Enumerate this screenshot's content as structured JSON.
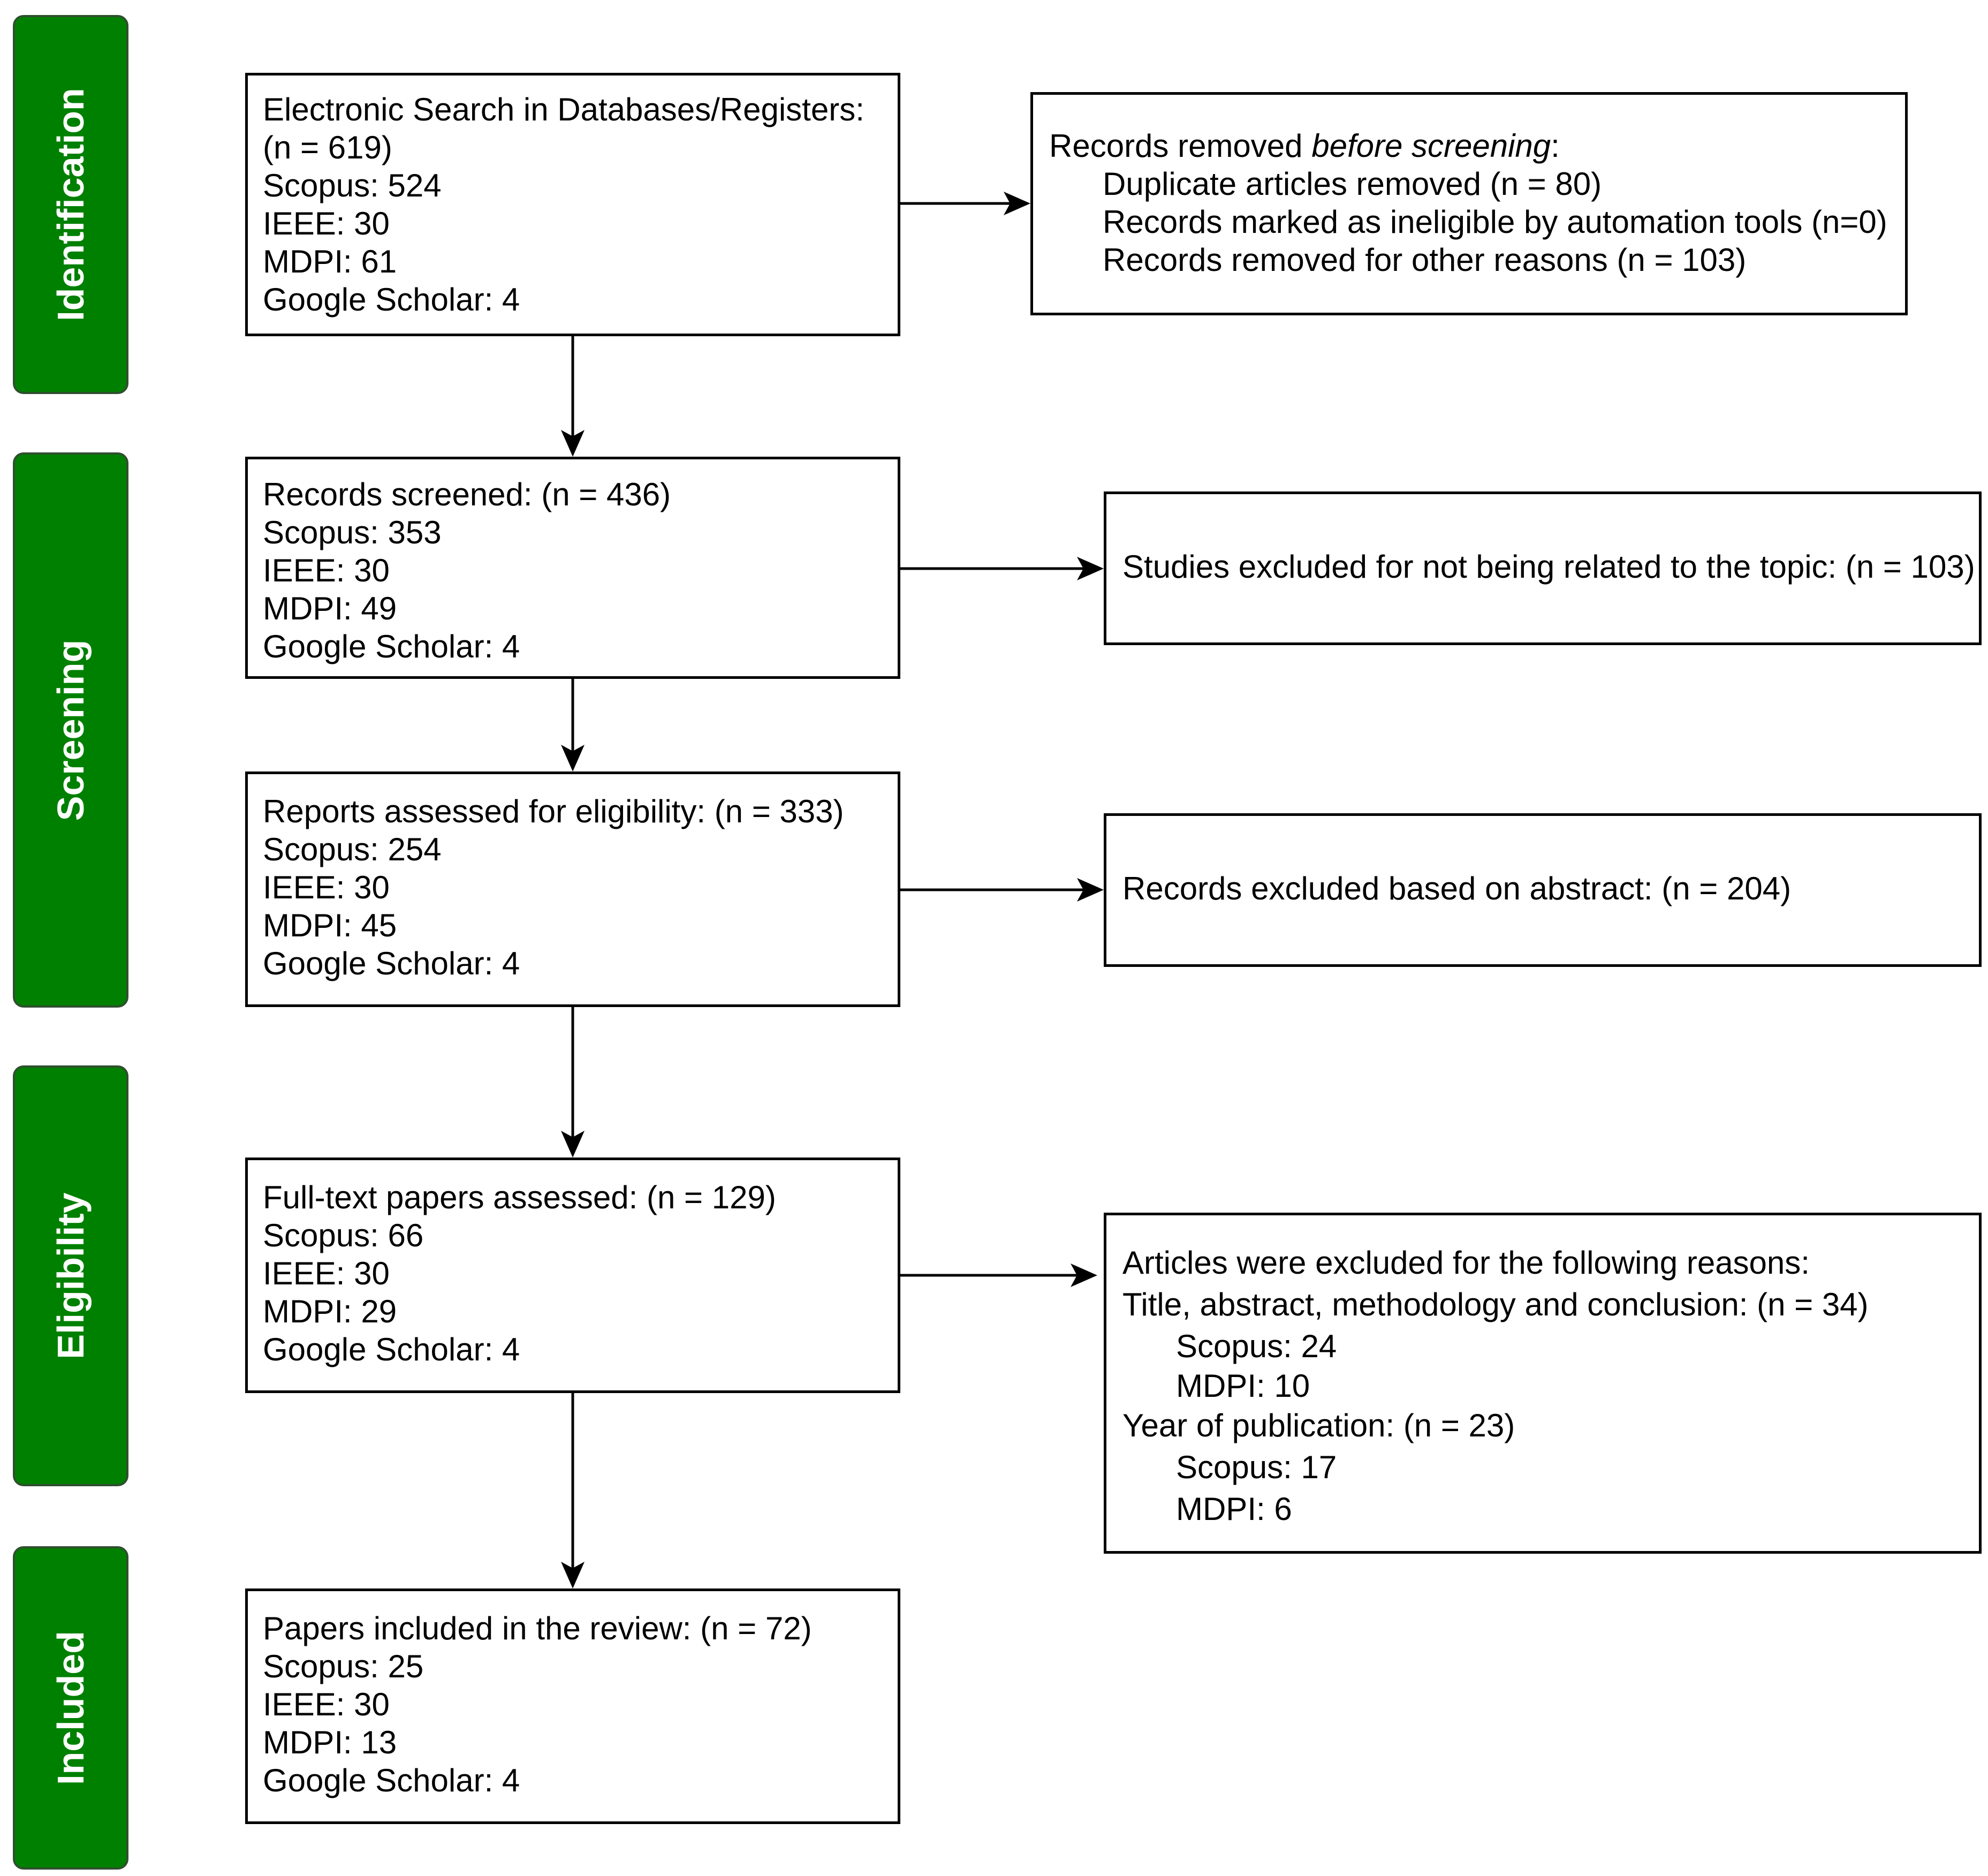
{
  "phases": {
    "identification": "Identification",
    "screening": "Screening",
    "eligibility": "Eligibility",
    "included": "Included"
  },
  "identification_box": {
    "lines": [
      "Electronic Search in Databases/Registers:",
      "(n = 619)",
      "Scopus: 524",
      "IEEE: 30",
      "MDPI: 61",
      "Google Scholar: 4"
    ]
  },
  "removed_box": {
    "heading_prefix": "Records removed ",
    "heading_italic": "before screening",
    "heading_suffix": ":",
    "lines": [
      "Duplicate articles removed (n = 80)",
      "Records marked as ineligible by automation tools (n=0)",
      "Records removed for other reasons (n = 103)"
    ]
  },
  "screened_box": {
    "lines": [
      "Records screened: (n = 436)",
      "Scopus: 353",
      "IEEE: 30",
      "MDPI: 49",
      "Google Scholar: 4"
    ]
  },
  "excluded_topic_box": {
    "text": "Studies excluded for not being related to the topic: (n = 103)"
  },
  "eligibility_box": {
    "lines": [
      "Reports assessed for eligibility: (n = 333)",
      "Scopus: 254",
      "IEEE: 30",
      "MDPI: 45",
      "Google Scholar: 4"
    ]
  },
  "excluded_abstract_box": {
    "text": "Records excluded based on abstract: (n = 204)"
  },
  "fulltext_box": {
    "lines": [
      "Full-text papers assessed: (n = 129)",
      "Scopus: 66",
      "IEEE: 30",
      "MDPI: 29",
      "Google Scholar: 4"
    ]
  },
  "excluded_reasons_box": {
    "lines": [
      "Articles were excluded for the following reasons:",
      "Title, abstract, methodology and conclusion: (n = 34)",
      "Scopus: 24",
      "MDPI: 10",
      "Year of publication: (n = 23)",
      "Scopus: 17",
      "MDPI: 6"
    ]
  },
  "included_box": {
    "lines": [
      "Papers included in the review: (n = 72)",
      "Scopus: 25",
      "IEEE: 30",
      "MDPI: 13",
      "Google Scholar: 4"
    ]
  }
}
